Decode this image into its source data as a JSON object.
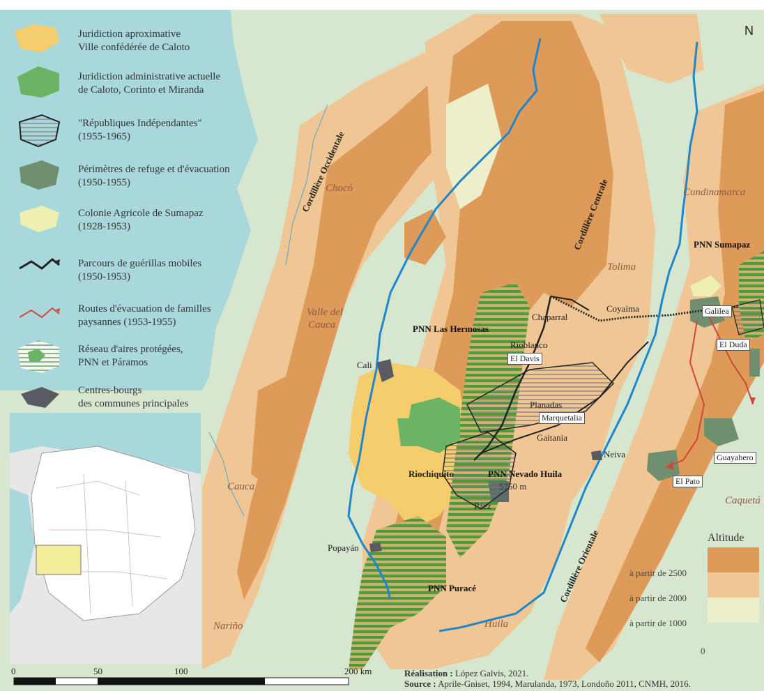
{
  "north": "N",
  "legend": [
    {
      "lines": [
        "Juridiction aproximative",
        "Ville confédérée de Caloto"
      ]
    },
    {
      "lines": [
        "Juridiction administrative actuelle",
        "de Caloto, Corinto et Miranda"
      ]
    },
    {
      "lines": [
        "\"Républiques Indépendantes\"",
        "(1955-1965)"
      ]
    },
    {
      "lines": [
        "Périmètres de refuge et d'évacuation",
        "(1950-1955)"
      ]
    },
    {
      "lines": [
        "Colonie Agricole de Sumapaz",
        "(1928-1953)"
      ]
    },
    {
      "lines": [
        "Parcours de guérillas mobiles",
        "(1950-1953)"
      ]
    },
    {
      "lines": [
        "Routes d'évacuation de familles",
        "paysannes (1953-1955)"
      ]
    },
    {
      "lines": [
        "Réseau d'aires protégées,",
        "PNN et Páramos"
      ]
    },
    {
      "lines": [
        "Centres-bourgs",
        "des communes principales"
      ]
    }
  ],
  "departments": [
    "Chocó",
    "Valle del",
    "Cauca",
    "Cauca",
    "Nariño",
    "Tolima",
    "Cundinamarca",
    "Caquetá",
    "Huila"
  ],
  "ranges": [
    "Cordillère Occidentale",
    "Cordillère Centrale",
    "Cordillère Orientale"
  ],
  "places": [
    "Cali",
    "Popayán",
    "Riochiquito",
    "Páez",
    "Gaitania",
    "Neiva",
    "Coyaima",
    "Chaparral",
    "Rioblanco",
    "Planadas"
  ],
  "boxed_places": [
    "El Davis",
    "Marquetalia",
    "Galilea",
    "El Duda",
    "Guayabero",
    "El Pato"
  ],
  "parks": [
    "PNN Las Hermosas",
    "PNN Nevado Huila",
    "PNN Puracé",
    "PNN Sumapaz"
  ],
  "elevation_label": "5750 m",
  "altitude": {
    "title": "Altitude",
    "levels": [
      "à partir de 2500",
      "à partir de 2000",
      "à partir de 1000",
      "0"
    ]
  },
  "scale": {
    "ticks": [
      "0",
      "50",
      "100",
      "200 km"
    ]
  },
  "credits": {
    "made_label": "Réalisation :",
    "made": "López Galvis, 2021.",
    "source_label": "Source :",
    "source": "Aprile-Gniset, 1994, Marulanda, 1973, Londoño 2011, CNMH, 2016."
  },
  "colors": {
    "sea": "#a9d8dc",
    "lowland": "#d6e6cf",
    "alt1000": "#ecefc9",
    "alt2000": "#efc694",
    "alt2500": "#de9a58",
    "caloto": "#f5cd6c",
    "admin": "#6cb365",
    "refuge": "#6f8f6f",
    "sumapaz": "#eef0b0",
    "river": "#1d86cc",
    "protected": "#3f8f3a",
    "evac": "#d3453a"
  }
}
